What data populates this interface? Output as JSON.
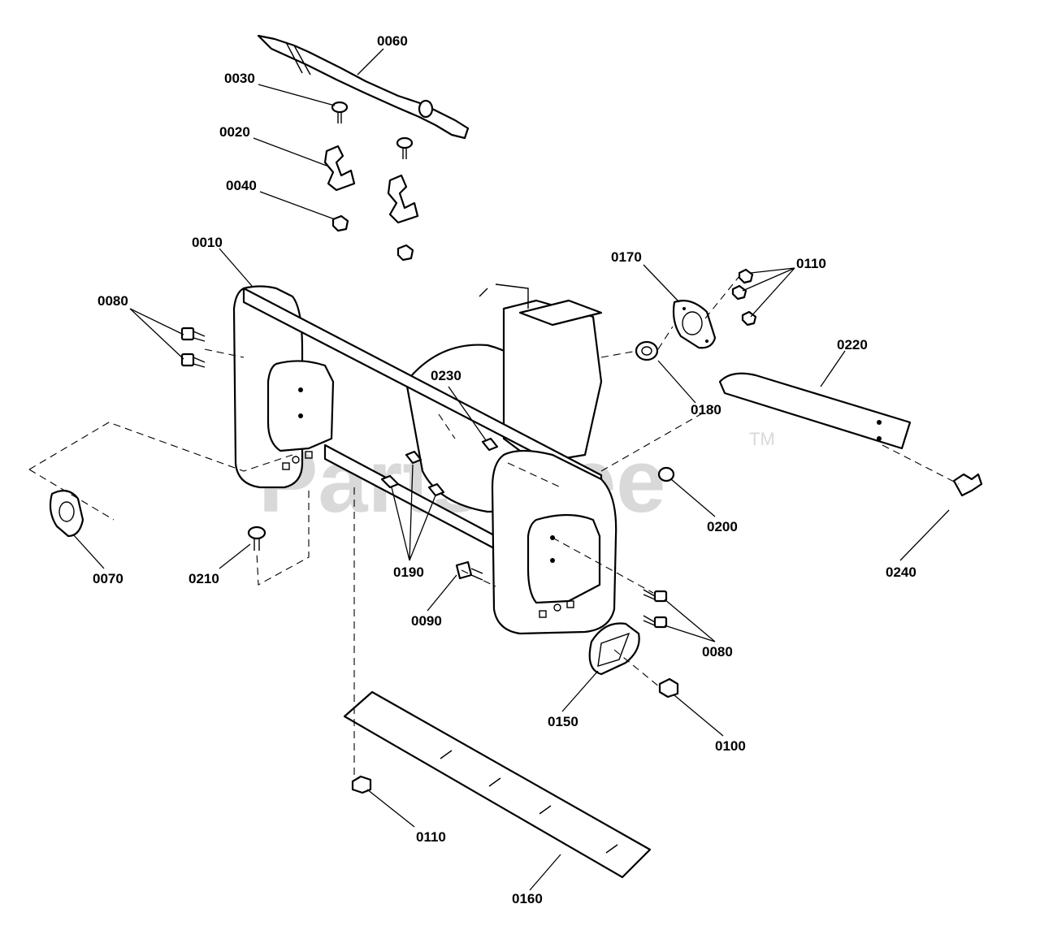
{
  "watermark": {
    "text": "PartsTree",
    "trademark": "TM"
  },
  "callouts": [
    {
      "id": "c0060",
      "number": "0060"
    },
    {
      "id": "c0030",
      "number": "0030"
    },
    {
      "id": "c0020",
      "number": "0020"
    },
    {
      "id": "c0040",
      "number": "0040"
    },
    {
      "id": "c0010",
      "number": "0010"
    },
    {
      "id": "c0080a",
      "number": "0080"
    },
    {
      "id": "c0170",
      "number": "0170"
    },
    {
      "id": "c0110a",
      "number": "0110"
    },
    {
      "id": "c0220",
      "number": "0220"
    },
    {
      "id": "c0180",
      "number": "0180"
    },
    {
      "id": "c0230",
      "number": "0230"
    },
    {
      "id": "c0200",
      "number": "0200"
    },
    {
      "id": "c0240",
      "number": "0240"
    },
    {
      "id": "c0070",
      "number": "0070"
    },
    {
      "id": "c0210",
      "number": "0210"
    },
    {
      "id": "c0190",
      "number": "0190"
    },
    {
      "id": "c0090",
      "number": "0090"
    },
    {
      "id": "c0080b",
      "number": "0080"
    },
    {
      "id": "c0150",
      "number": "0150"
    },
    {
      "id": "c0100",
      "number": "0100"
    },
    {
      "id": "c0110b",
      "number": "0110"
    },
    {
      "id": "c0160",
      "number": "0160"
    }
  ]
}
